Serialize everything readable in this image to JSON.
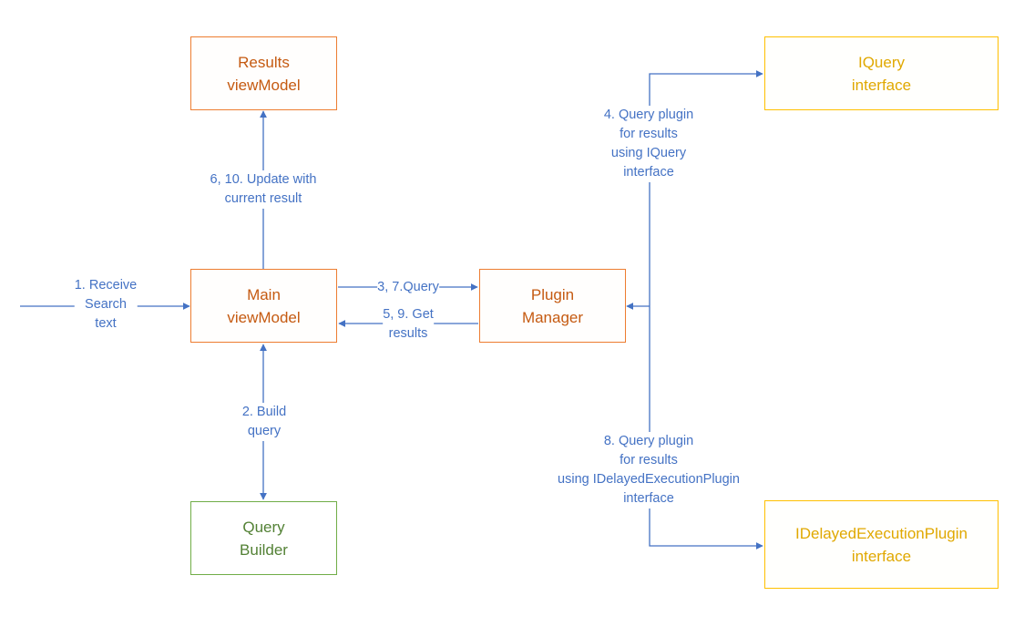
{
  "colors": {
    "line": "#4472C4",
    "orange_border": "#ED7D31",
    "orange_text": "#C55A11",
    "green_border": "#70AD47",
    "green_text": "#538135",
    "yellow_border": "#FFC000",
    "yellow_text": "#E0A800"
  },
  "nodes": {
    "results_viewmodel": [
      "Results",
      "viewModel"
    ],
    "main_viewmodel": [
      "Main",
      "viewModel"
    ],
    "plugin_manager": [
      "Plugin",
      "Manager"
    ],
    "query_builder": [
      "Query",
      "Builder"
    ],
    "iquery_interface": [
      "IQuery",
      "interface"
    ],
    "idelayed_interface": [
      "IDelayedExecutionPlugin",
      "interface"
    ]
  },
  "edges": {
    "receive_search": [
      "1. Receive",
      "Search",
      "text"
    ],
    "build_query": [
      "2. Build",
      "query"
    ],
    "query": [
      "3, 7.Query"
    ],
    "query_iquery": [
      "4. Query plugin",
      "for results",
      "using IQuery",
      "interface"
    ],
    "get_results": [
      "5, 9. Get",
      "results"
    ],
    "update_results": [
      "6, 10. Update with",
      "current result"
    ],
    "query_idelayed": [
      "8. Query plugin",
      "for results",
      "using IDelayedExecutionPlugin",
      "interface"
    ]
  }
}
